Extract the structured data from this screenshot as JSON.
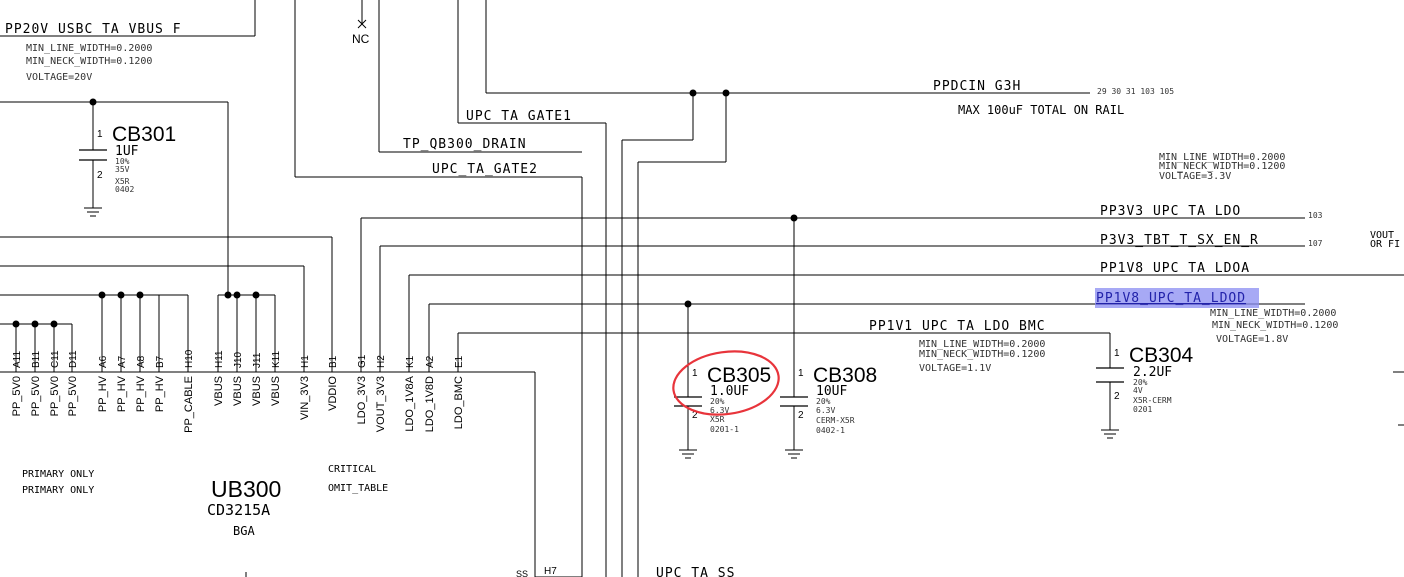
{
  "nets": {
    "pp20v_usbc": "PP20V_USBC_TA_VBUS_F",
    "ppdcin_g3h": "PPDCIN_G3H",
    "ppdcin_pages": "29 30 31 103 105",
    "upc_ta_gate1": "UPC_TA_GATE1",
    "tp_qb300_drain": "TP_QB300_DRAIN",
    "upc_ta_gate2": "UPC_TA_GATE2",
    "pp3v3_upc_ta_ldo": "PP3V3_UPC_TA_LDO",
    "pp3v3_pages": "103",
    "p3v3_tbt": "P3V3_TBT_T_SX_EN_R",
    "p3v3_pages": "107",
    "pp1v8_ldoa": "PP1V8_UPC_TA_LDOA",
    "pp1v8_ldod": "PP1V8_UPC_TA_LDOD",
    "pp1v1_ldo_bmc": "PP1V1_UPC_TA_LDO_BMC",
    "upc_ta_ss": "UPC_TA_SS",
    "vout_cut": "VOUT",
    "or_cut": "OR FI"
  },
  "notes": {
    "nc": "NC",
    "max_rail": "MAX 100uF TOTAL ON RAIL",
    "primary1": "PRIMARY ONLY",
    "primary2": "PRIMARY ONLY",
    "critical": "CRITICAL",
    "omit_table": "OMIT_TABLE"
  },
  "net_props": {
    "pp20v": [
      "MIN_LINE_WIDTH=0.2000",
      "MIN_NECK_WIDTH=0.1200",
      "VOLTAGE=20V"
    ],
    "pp3v3": [
      "MIN_LINE_WIDTH=0.2000",
      "MIN_NECK_WIDTH=0.1200",
      "VOLTAGE=3.3V"
    ],
    "pp1v8": [
      "MIN_LINE_WIDTH=0.2000",
      "MIN_NECK_WIDTH=0.1200",
      "VOLTAGE=1.8V"
    ],
    "pp1v1": [
      "MIN_LINE_WIDTH=0.2000",
      "MIN_NECK_WIDTH=0.1200",
      "VOLTAGE=1.1V"
    ]
  },
  "ic": {
    "ref": "UB300",
    "part": "CD3215A",
    "package": "BGA",
    "pins": [
      {
        "num": "A11",
        "name": "PP_5V0"
      },
      {
        "num": "B11",
        "name": "PP_5V0"
      },
      {
        "num": "C11",
        "name": "PP_5V0"
      },
      {
        "num": "D11",
        "name": "PP_5V0"
      },
      {
        "num": "A6",
        "name": "PP_HV"
      },
      {
        "num": "A7",
        "name": "PP_HV"
      },
      {
        "num": "A8",
        "name": "PP_HV"
      },
      {
        "num": "B7",
        "name": "PP_HV"
      },
      {
        "num": "H10",
        "name": "PP_CABLE"
      },
      {
        "num": "H11",
        "name": "VBUS"
      },
      {
        "num": "J10",
        "name": "VBUS"
      },
      {
        "num": "J11",
        "name": "VBUS"
      },
      {
        "num": "K11",
        "name": "VBUS"
      },
      {
        "num": "H1",
        "name": "VIN_3V3"
      },
      {
        "num": "B1",
        "name": "VDDIO"
      },
      {
        "num": "G1",
        "name": "LDO_3V3"
      },
      {
        "num": "H2",
        "name": "VOUT_3V3"
      },
      {
        "num": "K1",
        "name": "LDO_1V8A"
      },
      {
        "num": "A2",
        "name": "LDO_1V8D"
      },
      {
        "num": "E1",
        "name": "LDO_BMC"
      }
    ],
    "bottom_pin": {
      "num": "H7",
      "name": "SS"
    }
  },
  "caps": [
    {
      "ref": "CB301",
      "value": "1UF",
      "specs": [
        "10%",
        "35V",
        "X5R",
        "0402"
      ],
      "pin1": "1",
      "pin2": "2"
    },
    {
      "ref": "CB305",
      "value": "1.0UF",
      "specs": [
        "20%",
        "6.3V",
        "X5R",
        "0201-1"
      ],
      "pin1": "1",
      "pin2": "2"
    },
    {
      "ref": "CB308",
      "value": "10UF",
      "specs": [
        "20%",
        "6.3V",
        "CERM-X5R",
        "0402-1"
      ],
      "pin1": "1",
      "pin2": "2"
    },
    {
      "ref": "CB304",
      "value": "2.2UF",
      "specs": [
        "20%",
        "4V",
        "X5R-CERM",
        "0201"
      ],
      "pin1": "1",
      "pin2": "2"
    }
  ],
  "colors": {
    "wire": "#000000",
    "highlight": "#8a8cf2",
    "annotation": "#e8343b"
  }
}
